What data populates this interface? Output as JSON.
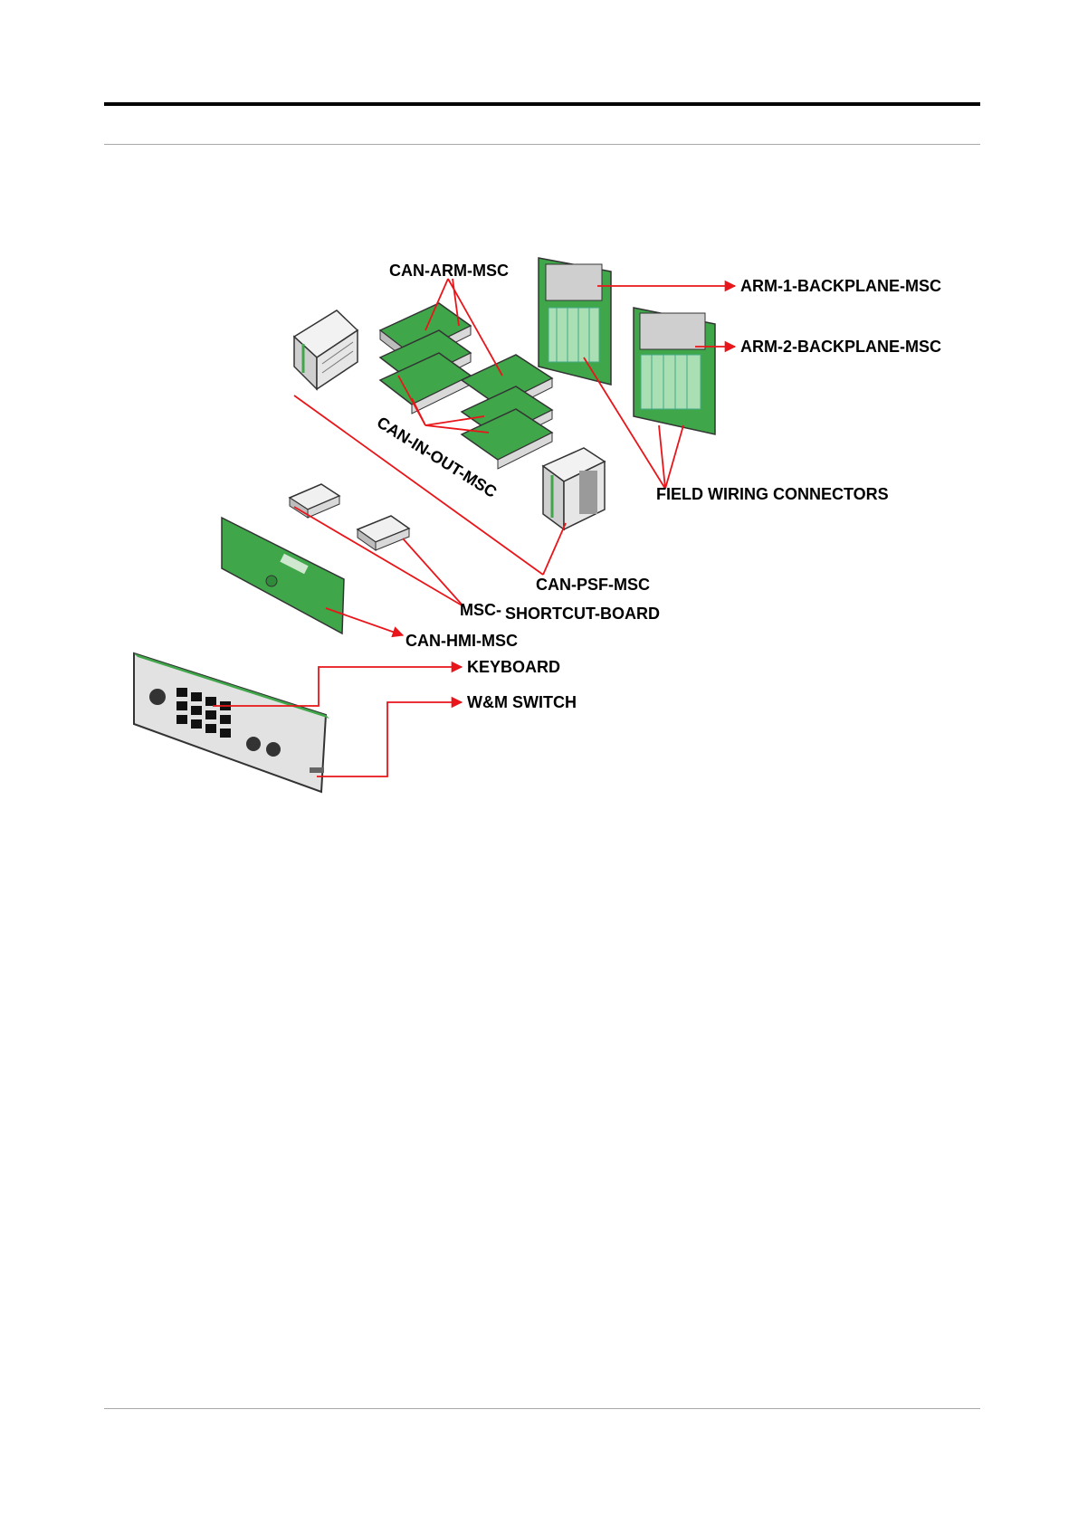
{
  "labels": {
    "can_arm": "CAN-ARM-MSC",
    "arm1_backplane": "ARM-1-BACKPLANE-MSC",
    "arm2_backplane": "ARM-2-BACKPLANE-MSC",
    "can_in_out": "CAN-IN-OUT-MSC",
    "field_wiring": "FIELD WIRING CONNECTORS",
    "can_psf": "CAN-PSF-MSC",
    "msc_prefix": "MSC-",
    "shortcut_board": "SHORTCUT-BOARD",
    "can_hmi": "CAN-HMI-MSC",
    "keyboard": "KEYBOARD",
    "wm_switch": "W&M SWITCH"
  },
  "colors": {
    "arrow": "#e8161a",
    "board_green": "#3fa64a",
    "connector_green": "#a9dfb2",
    "outline": "#333333",
    "metal": "#d8d8d8"
  }
}
